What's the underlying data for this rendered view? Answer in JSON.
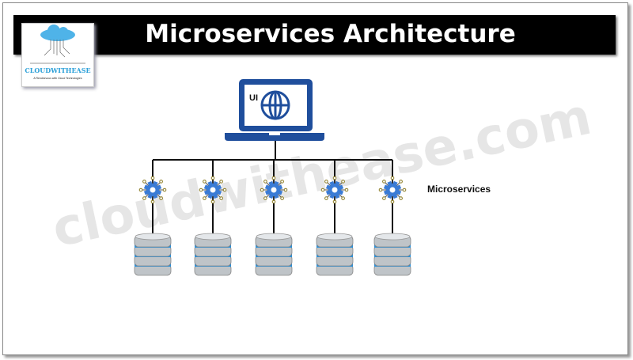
{
  "title": "Microservices Architecture",
  "logo": {
    "brand": "CLOUDWITHEASE",
    "tagline": "A Rendezvous with Cloud Technologies"
  },
  "watermark": "cloudwithease.com",
  "ui_label": "UI",
  "microservices_label": "Microservices",
  "services": 5,
  "colors": {
    "laptop": "#1f4e9c",
    "gear": "#3a7bd5",
    "db_stripe": "#2a8fd8",
    "cloud": "#4fb3e8"
  }
}
